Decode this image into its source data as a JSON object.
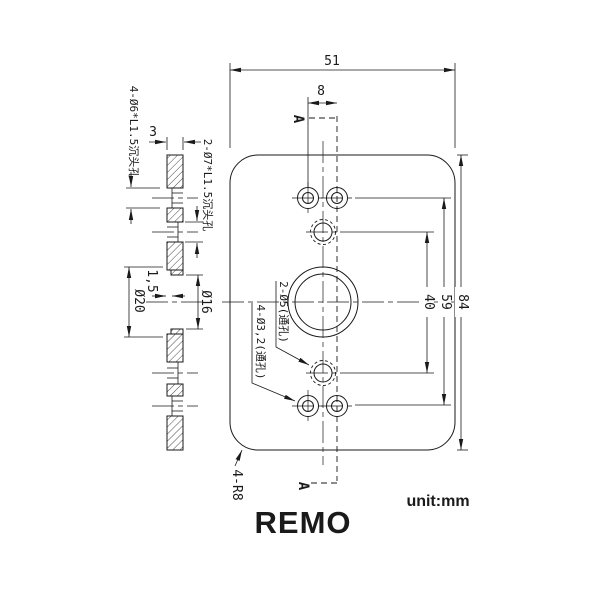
{
  "drawing": {
    "title": "REMO",
    "unit_note": "unit:mm",
    "colors": {
      "line": "#1a1a1a",
      "background": "#ffffff"
    },
    "section_view": {
      "thickness": "3",
      "back_counterbore": "4-Ø6*L1.5沉头孔",
      "front_counterbore": "2-Ø7*L1.5沉头孔",
      "boss_diameter": "Ø20",
      "recess_depth": "1,5",
      "bore_diameter": "Ø16"
    },
    "front_view": {
      "overall_width": "51",
      "hole_offset": "8",
      "overall_height": "84",
      "corner_hole_span": "59",
      "center_hole_span": "40",
      "center_holes": "2-Ø5(通孔)",
      "corner_holes": "4-Ø3,2(通孔)",
      "corner_radius": "4-R8",
      "section_label_top": "A",
      "section_label_bottom": "A"
    }
  }
}
